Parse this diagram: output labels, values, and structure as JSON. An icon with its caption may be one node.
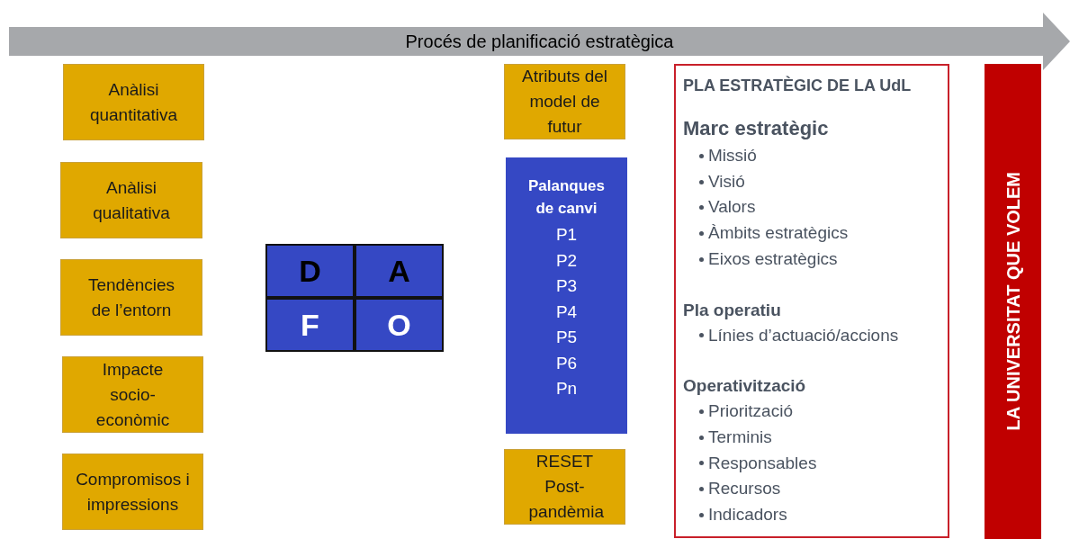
{
  "diagram": {
    "nodes": [
      {
        "text": [
          "Procés de planificació estratègica"
        ]
      },
      {
        "text": [
          "Anàlisi quantitativa"
        ]
      },
      {
        "text": [
          "Anàlisi qualitativa"
        ]
      },
      {
        "text": [
          "Tendències de l’entorn"
        ]
      },
      {
        "text": [
          "Impacte socio-econòmic"
        ]
      },
      {
        "text": [
          "Compromisos i impressions"
        ]
      },
      {
        "text": [
          "D"
        ]
      },
      {
        "text": [
          "A"
        ]
      },
      {
        "text": [
          "F"
        ]
      },
      {
        "text": [
          "O"
        ]
      },
      {
        "text": [
          "Atributs del model de futur"
        ]
      },
      {
        "text": [
          "Palanques de canvi",
          "P1",
          "P2",
          "P3",
          "P4",
          "P5",
          "P6",
          "Pn"
        ]
      },
      {
        "text": [
          "RESET Post-pandèmia"
        ]
      },
      {
        "text": [
          "PLA ESTRATÈGIC DE LA UdL",
          "Marc estratègic",
          "Missió",
          "Visió",
          "Valors",
          "Àmbits estratègics",
          "Eixos estratègics",
          "Pla operatiu",
          "Línies d’actuació/accions",
          "Operativització",
          "Priorització",
          "Terminis",
          "Responsables",
          "Recursos",
          "Indicadors"
        ]
      },
      {
        "text": [
          "LA UNIVERSITAT QUE VOLEM"
        ]
      }
    ]
  }
}
